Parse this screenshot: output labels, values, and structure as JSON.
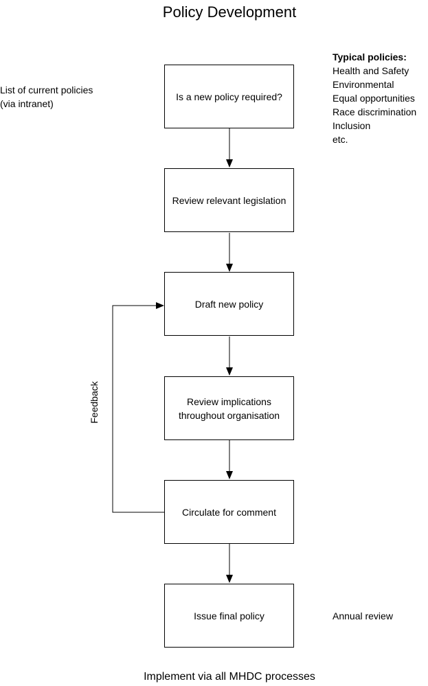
{
  "title": "Policy Development",
  "left_note": {
    "line1": "List of current policies",
    "line2": "(via intranet)"
  },
  "typical_policies": {
    "heading": "Typical policies:",
    "items": [
      "Health and Safety",
      "Environmental",
      "Equal opportunities",
      "Race discrimination",
      "Inclusion",
      "etc."
    ]
  },
  "steps": [
    "Is a new policy required?",
    "Review relevant legislation",
    "Draft new policy",
    "Review implications throughout organisation",
    "Circulate for comment",
    "Issue final policy"
  ],
  "feedback_label": "Feedback",
  "annual_review": "Annual review",
  "footer": "Implement via all MHDC processes"
}
